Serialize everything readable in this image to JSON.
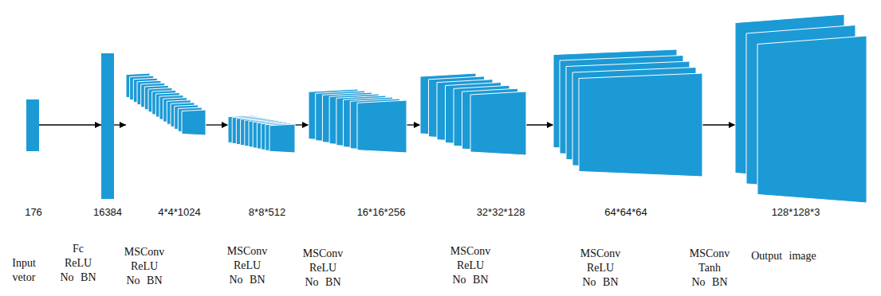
{
  "diagram": {
    "nodes": [
      {
        "text": [
          "176"
        ]
      },
      {
        "text": [
          "16384"
        ]
      },
      {
        "text": [
          "4*4*1024"
        ]
      },
      {
        "text": [
          "8*8*512"
        ]
      },
      {
        "text": [
          "16*16*256"
        ]
      },
      {
        "text": [
          "32*32*128"
        ]
      },
      {
        "text": [
          "64*64*64"
        ]
      },
      {
        "text": [
          "128*128*3"
        ]
      }
    ],
    "edges": [
      {
        "from": 0,
        "to": 1,
        "arrow": "to"
      },
      {
        "from": 1,
        "to": 2,
        "arrow": "to"
      },
      {
        "from": 2,
        "to": 3,
        "arrow": "to"
      },
      {
        "from": 3,
        "to": 4,
        "arrow": "to"
      },
      {
        "from": 4,
        "to": 5,
        "arrow": "to"
      },
      {
        "from": 5,
        "to": 6,
        "arrow": "to"
      },
      {
        "from": 6,
        "to": 7,
        "arrow": "to"
      }
    ],
    "labels": [
      "Input vetor",
      "Fc ReLU No BN",
      "MSConv ReLU No BN",
      "MSConv ReLU No BN",
      "MSConv ReLU No BN",
      "MSConv ReLU No BN",
      "MSConv ReLU No BN",
      "MSConv Tanh No BN",
      "Output image"
    ]
  }
}
